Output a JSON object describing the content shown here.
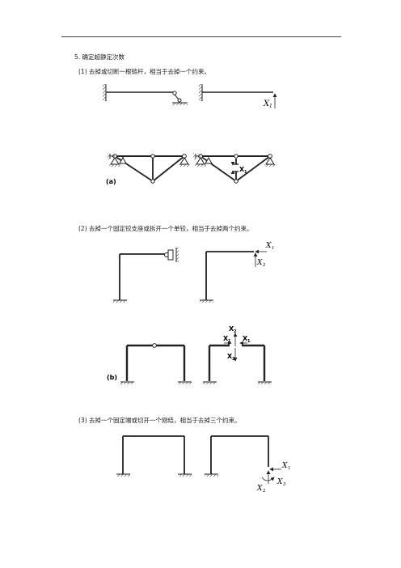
{
  "heading": "5. 确定超静定次数",
  "items": [
    {
      "text": "(1)  去掉或切断一根链杆，相当于去掉一个约束。"
    },
    {
      "text": "(2)  去掉一个固定铰支座或拆开一个单铰，相当于去掉两个约束。"
    },
    {
      "text": "(3)  去掉一个固定端或切开一个刚结，相当于去掉三个约束。"
    }
  ],
  "figure_labels": {
    "x1": "X",
    "x2": "X",
    "x3": "X",
    "sub1": "1",
    "sub2": "2",
    "sub3": "3",
    "fig_a": "(a)",
    "fig_b": "(b)"
  }
}
